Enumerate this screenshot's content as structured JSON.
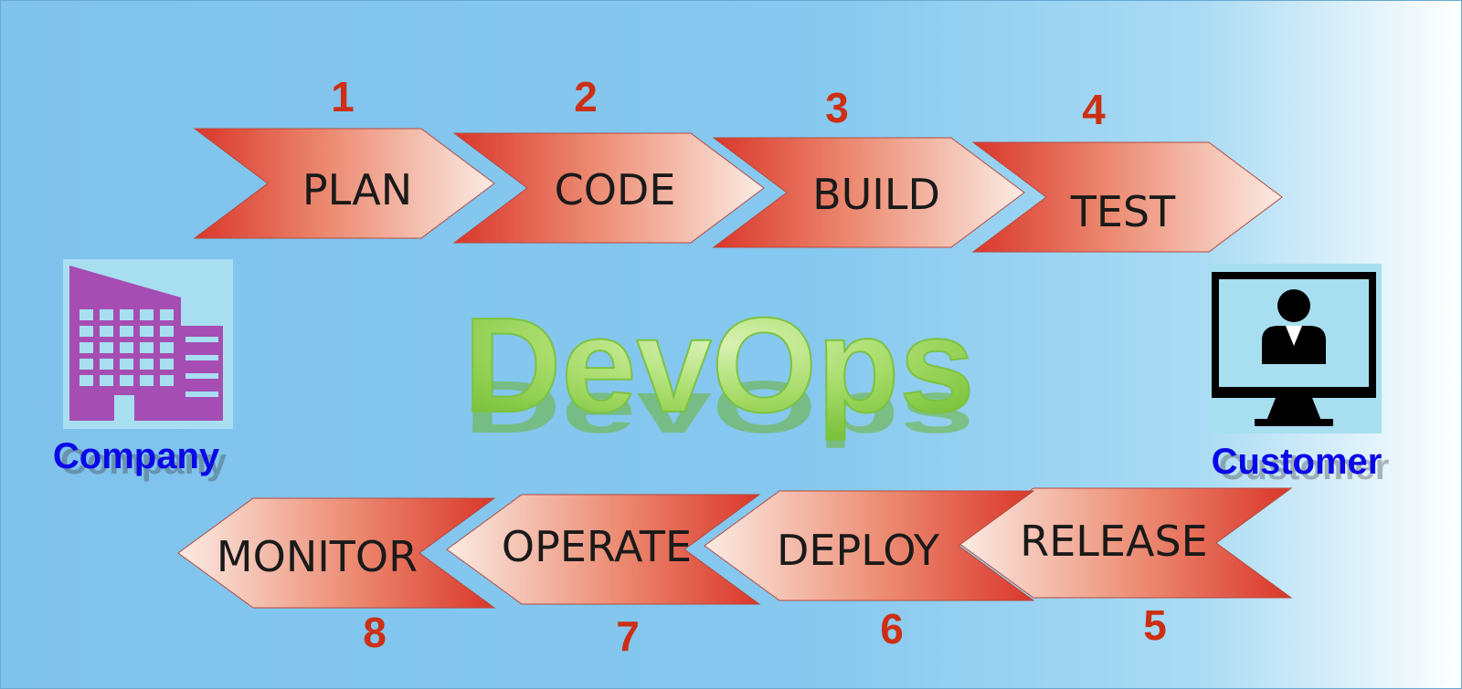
{
  "title": "DevOps",
  "colors": {
    "arrow_dark": "#d9372b",
    "arrow_light": "#f7ddd2",
    "number": "#cc2f14",
    "side_label": "#0b08e8",
    "title_green": "#8fcf4c",
    "building": "#a54db3"
  },
  "top_steps": [
    {
      "number": "1",
      "label": "PLAN"
    },
    {
      "number": "2",
      "label": "CODE"
    },
    {
      "number": "3",
      "label": "BUILD"
    },
    {
      "number": "4",
      "label": "TEST"
    }
  ],
  "bottom_steps": [
    {
      "number": "8",
      "label": "MONITOR"
    },
    {
      "number": "7",
      "label": "OPERATE"
    },
    {
      "number": "6",
      "label": "DEPLOY"
    },
    {
      "number": "5",
      "label": "RELEASE"
    }
  ],
  "company": {
    "label": "Company",
    "icon": "building-icon"
  },
  "customer": {
    "label": "Customer",
    "icon": "monitor-user-icon"
  }
}
